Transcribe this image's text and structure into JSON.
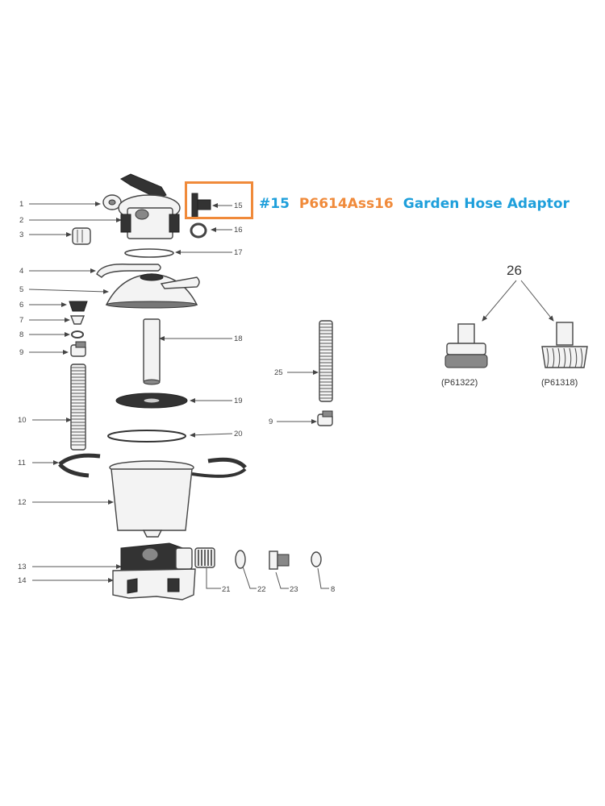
{
  "callout": {
    "number": "#15",
    "part_code": "P6614Ass16",
    "description": "Garden Hose Adaptor",
    "colors": {
      "number": "#1e9fdb",
      "part_code": "#f08a3a",
      "description": "#1e9fdb",
      "highlight_box": "#f08a3a"
    }
  },
  "labels": {
    "p1": "1",
    "p2": "2",
    "p3": "3",
    "p4": "4",
    "p5": "5",
    "p6": "6",
    "p7": "7",
    "p8": "8",
    "p9": "9",
    "p10": "10",
    "p11": "11",
    "p12": "12",
    "p13": "13",
    "p14": "14",
    "p15": "15",
    "p16": "16",
    "p17": "17",
    "p18": "18",
    "p19": "19",
    "p20": "20",
    "p21": "21",
    "p22": "22",
    "p23": "23",
    "p8b": "8",
    "p9b": "9",
    "p25": "25",
    "p26": "26"
  },
  "variants": {
    "left": "(P61322)",
    "right": "(P61318)"
  }
}
